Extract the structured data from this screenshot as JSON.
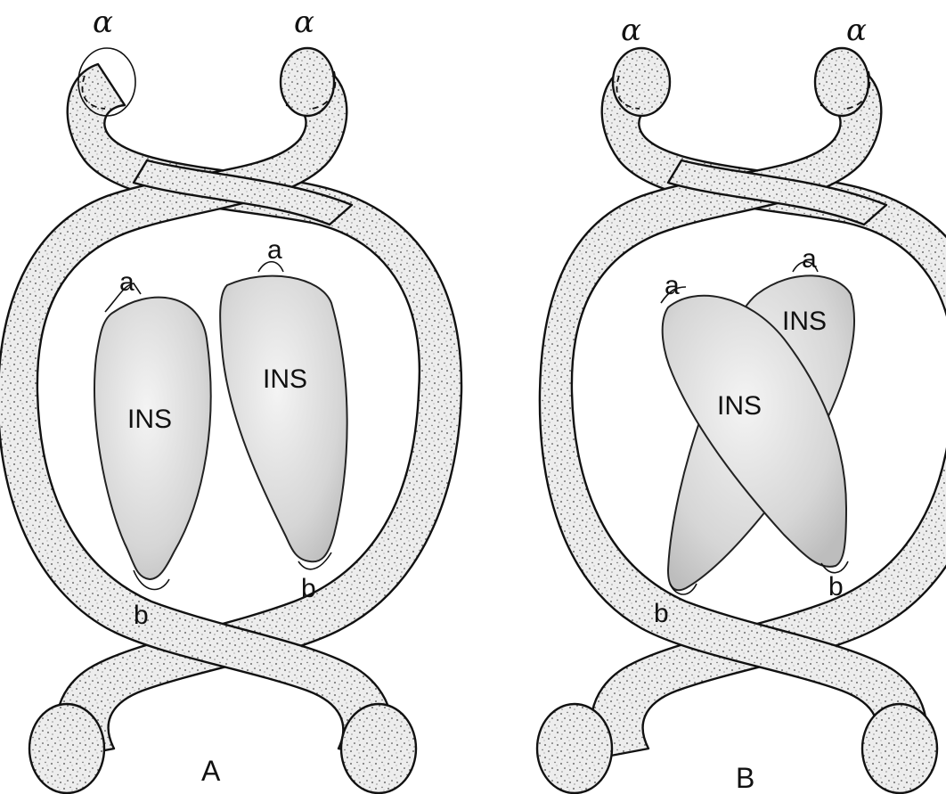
{
  "panels": [
    {
      "panel_label": "A",
      "alpha_left": "α",
      "alpha_right": "α",
      "site_a_left": "a",
      "site_a_right": "a",
      "site_b_left": "b",
      "site_b_right": "b",
      "ins_left": "INS",
      "ins_right": "INS"
    },
    {
      "panel_label": "B",
      "alpha_left": "α",
      "alpha_right": "α",
      "site_a_left": "a",
      "site_a_right": "a",
      "site_b_left": "b",
      "site_b_right": "b",
      "ins_back": "INS",
      "ins_front": "INS"
    }
  ]
}
